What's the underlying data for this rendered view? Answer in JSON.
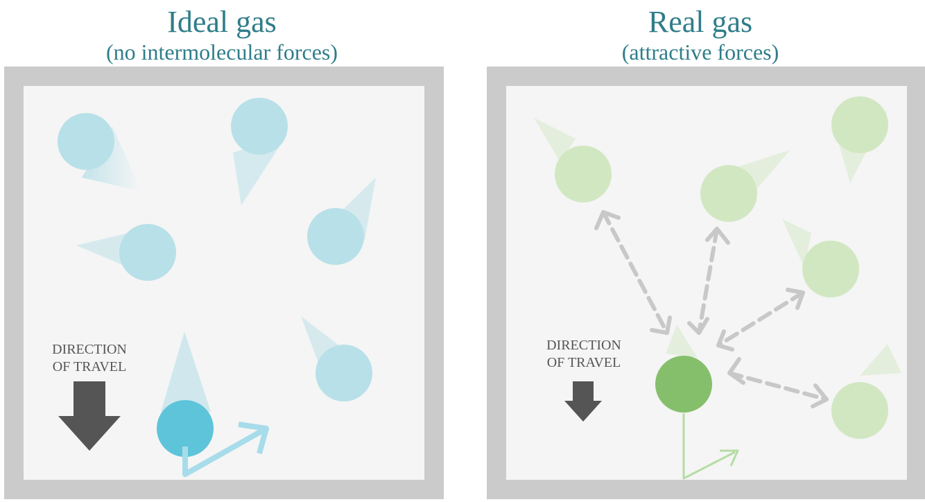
{
  "panels": {
    "left": {
      "title": "Ideal gas",
      "subtitle": "(no intermolecular forces)",
      "direction_line1": "DIRECTION",
      "direction_line2": "OF TRAVEL"
    },
    "right": {
      "title": "Real gas",
      "subtitle": "(attractive forces)",
      "direction_line1": "DIRECTION",
      "direction_line2": "OF TRAVEL"
    }
  },
  "colors": {
    "title": "#2f7d89",
    "ideal_molecule": "#b8e0e8",
    "ideal_highlight": "#5ec4da",
    "real_molecule": "#d1e7c2",
    "real_highlight": "#86bf6c",
    "force_arrow": "#c8c8c8",
    "direction_arrow": "#555555",
    "wall": "#cbcbcb",
    "interior": "#f5f5f5"
  }
}
